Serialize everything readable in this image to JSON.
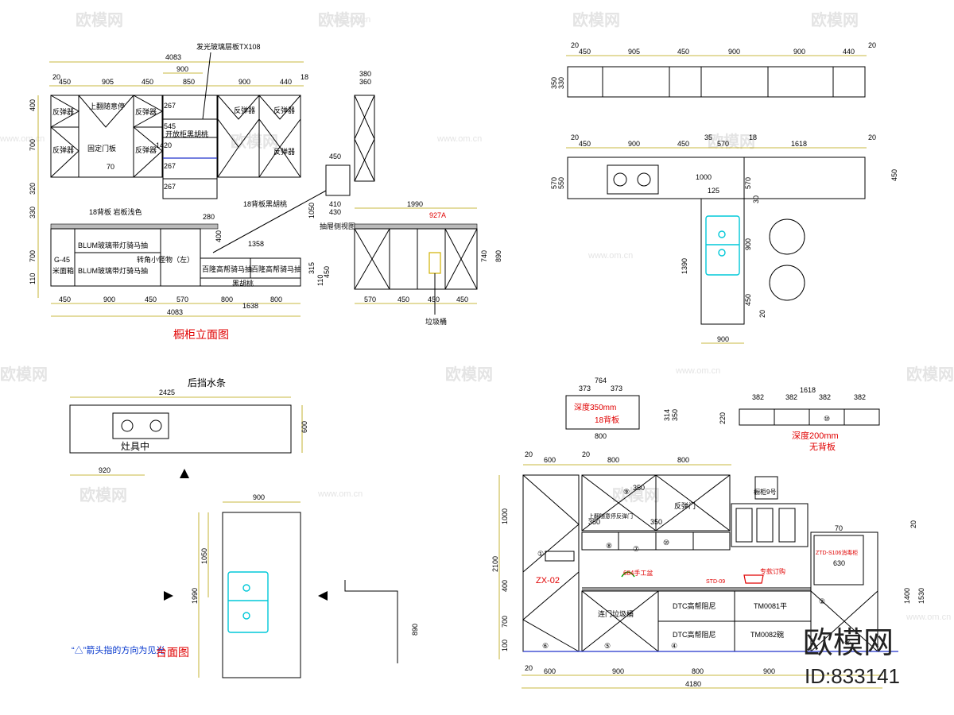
{
  "watermark": {
    "brand": "欧模网",
    "url": "www.om.cn",
    "id": "ID:833141"
  },
  "elevation": {
    "title": "橱柜立面图",
    "top_total": "4083",
    "top_dims": [
      "20",
      "450",
      "905",
      "450",
      "850",
      "900",
      "440",
      "18"
    ],
    "upper_cabinet_labels": [
      "反弹器",
      "上翻随意停",
      "反弹器",
      "反弹器",
      "反弹器",
      "固定门板",
      "反弹器",
      "反弹器",
      "反弹器"
    ],
    "glass_shelf": "发光玻璃层板TX108",
    "open_shelf": "开放柜黑胡桃",
    "shelf_w": "900",
    "shelf_w2": "850",
    "shelf_dims": [
      "267",
      "545",
      "1420",
      "267",
      "267"
    ],
    "left_dims": [
      "400",
      "700",
      "320",
      "330",
      "700",
      "110"
    ],
    "label_70": "70",
    "backboard_upper": "18背板 岩板浅色",
    "walnut_back": "18背板黑胡桃",
    "drawer_labels": [
      "BLUM玻璃带灯骑马抽",
      "BLUM玻璃带灯骑马抽",
      "G-45",
      "米面箱",
      "转角小怪物（左）",
      "百隆高帮骑马抽",
      "百隆高帮骑马抽",
      "黑胡桃"
    ],
    "mid_dims": [
      "280",
      "1358",
      "1050",
      "315",
      "110",
      "450",
      "400"
    ],
    "bottom_dims": [
      "450",
      "900",
      "450",
      "570",
      "800",
      "800",
      "1638"
    ],
    "bottom_total": "4083",
    "tall_dims": [
      "380",
      "360"
    ],
    "drawer_side": "抽屉侧视图",
    "side_dims": [
      "450",
      "410",
      "430"
    ],
    "sink_run": "1990",
    "sink_code": "927A",
    "sink_bottom": [
      "570",
      "450",
      "450",
      "450"
    ],
    "sink_right": [
      "740",
      "890"
    ],
    "trash": "垃圾桶"
  },
  "plan_top": {
    "upper_dims": [
      "20",
      "450",
      "905",
      "450",
      "900",
      "900",
      "440",
      "20"
    ],
    "upper_h": [
      "350",
      "330"
    ],
    "lower_dims": [
      "20",
      "450",
      "900",
      "450",
      "35",
      "570",
      "18",
      "1618",
      "20"
    ],
    "left_h": [
      "570",
      "550"
    ],
    "mid_dims": [
      "1000",
      "125"
    ],
    "right_dims": [
      "570",
      "30",
      "450",
      "900",
      "1390",
      "450",
      "20"
    ],
    "bottom_w": "900"
  },
  "countertop": {
    "title": "台面图",
    "note1": "后挡水条",
    "width": "2425",
    "depth": "600",
    "stove_note": "灶具中",
    "offset": "920",
    "island_w": "900",
    "island_dims": [
      "1050",
      "1990"
    ],
    "side_h": "890",
    "arrow_note": "“△”箭头指的方向为见光"
  },
  "small_cab": {
    "dims": [
      "764",
      "373",
      "373",
      "800"
    ],
    "side": [
      "314",
      "350"
    ],
    "text1": "深度350mm",
    "text2": "18背板"
  },
  "shelf": {
    "total": "1618",
    "dims": [
      "382",
      "382",
      "382",
      "382"
    ],
    "h": "220",
    "num": "⑩",
    "text1": "深度200mm",
    "text2": "无背板"
  },
  "elev2": {
    "top_dims": [
      "20",
      "600",
      "20",
      "800",
      "800"
    ],
    "left_dims": [
      "2100",
      "1000",
      "400",
      "700",
      "100"
    ],
    "labels": [
      "反弹门",
      "上翻随意停反弹门",
      "ZX-02",
      "684手工盆",
      "连门垃圾桶",
      "DTC高帮阻尼",
      "DTC高帮阻尼",
      "TM0081平",
      "TM0082碗",
      "STD-09",
      "专款订购",
      "ZTD-S106消毒柜",
      "橱柜9号"
    ],
    "mid_dims": [
      "350",
      "350",
      "350",
      "70",
      "630"
    ],
    "right_dims": [
      "20",
      "1400",
      "1530"
    ],
    "bottom_dims": [
      "20",
      "600",
      "900",
      "800",
      "900"
    ],
    "bottom_total": "4180",
    "circled": [
      "①",
      "②",
      "③",
      "④",
      "⑤",
      "⑥",
      "⑦",
      "⑧",
      "⑨",
      "⑩"
    ]
  },
  "colors": {
    "line": "#000000",
    "dim": "#b8a000",
    "sink": "#00c8d8",
    "title": "#e00000",
    "note": "#0033cc"
  }
}
